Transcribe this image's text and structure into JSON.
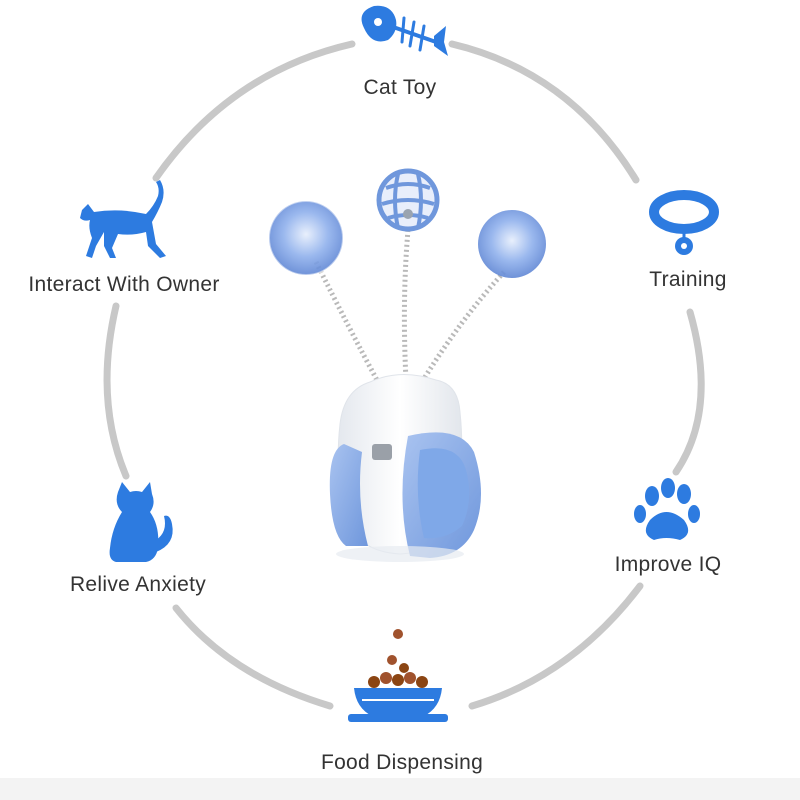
{
  "features": {
    "cat_toy": "Cat Toy",
    "training": "Training",
    "interact": "Interact With Owner",
    "relive": "Relive Anxiety",
    "improve_iq": "Improve IQ",
    "food": "Food Dispensing"
  },
  "colors": {
    "icon_blue": "#2d7be0",
    "ring_gray": "#c8c8c8",
    "toy_blue": "#7fa8e8",
    "text": "#333333"
  },
  "icons": [
    "fish-bone-icon",
    "collar-icon",
    "walking-cat-icon",
    "sitting-cat-icon",
    "paw-print-icon",
    "food-bowl-icon"
  ]
}
